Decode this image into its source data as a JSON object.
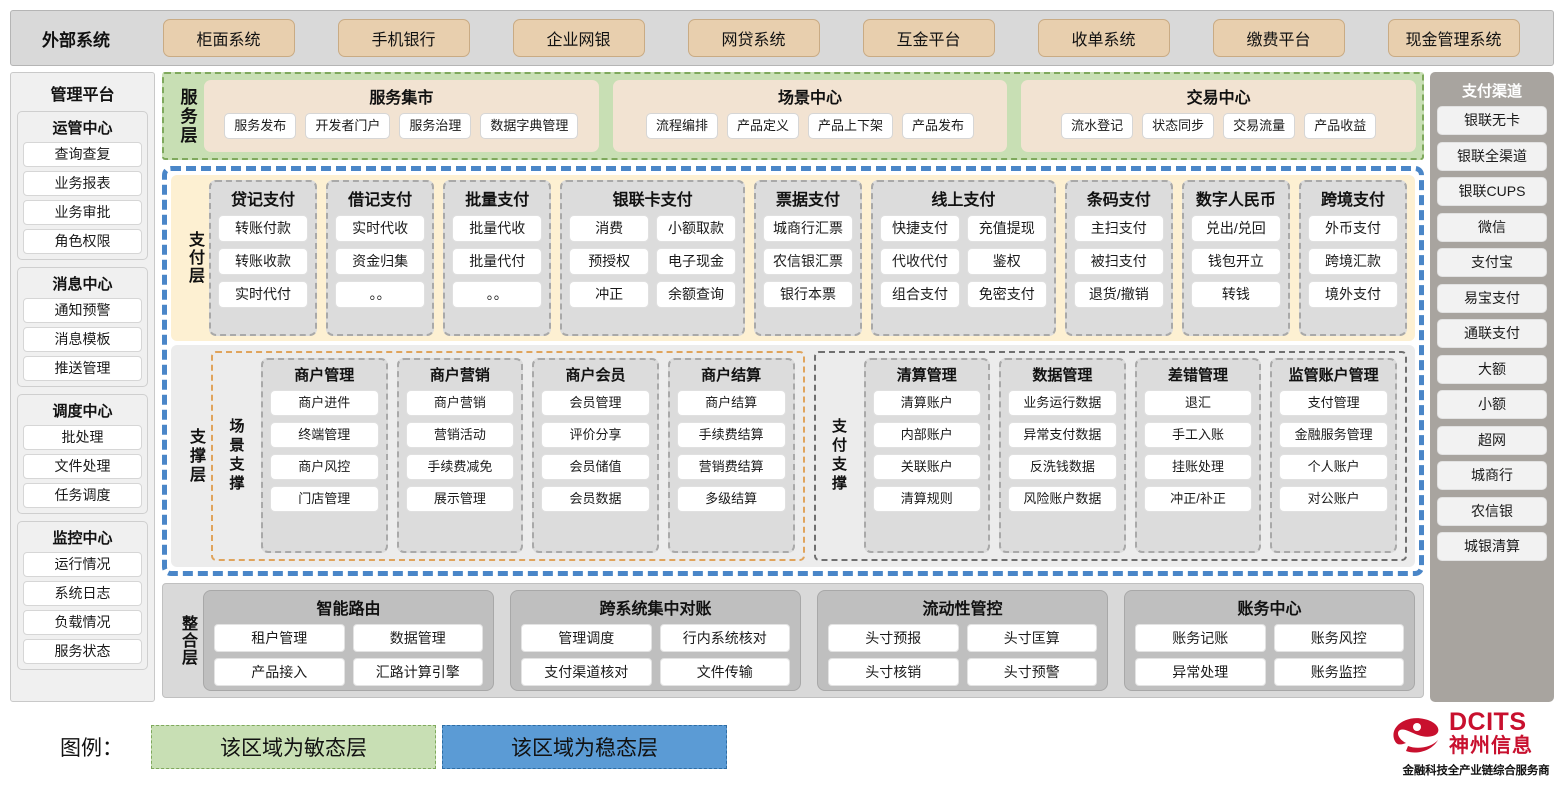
{
  "external": {
    "title": "外部系统",
    "items": [
      "柜面系统",
      "手机银行",
      "企业网银",
      "网贷系统",
      "互金平台",
      "收单系统",
      "缴费平台",
      "现金管理系统"
    ]
  },
  "management": {
    "title": "管理平台",
    "groups": [
      {
        "title": "运管中心",
        "items": [
          "查询查复",
          "业务报表",
          "业务审批",
          "角色权限"
        ]
      },
      {
        "title": "消息中心",
        "items": [
          "通知预警",
          "消息模板",
          "推送管理"
        ]
      },
      {
        "title": "调度中心",
        "items": [
          "批处理",
          "文件处理",
          "任务调度"
        ]
      },
      {
        "title": "监控中心",
        "items": [
          "运行情况",
          "系统日志",
          "负载情况",
          "服务状态"
        ]
      }
    ]
  },
  "channels": {
    "title": "支付渠道",
    "items": [
      "银联无卡",
      "银联全渠道",
      "银联CUPS",
      "微信",
      "支付宝",
      "易宝支付",
      "通联支付",
      "大额",
      "小额",
      "超网",
      "城商行",
      "农信银",
      "城银清算"
    ]
  },
  "service_layer": {
    "label": "服务层",
    "groups": [
      {
        "title": "服务集市",
        "items": [
          "服务发布",
          "开发者门户",
          "服务治理",
          "数据字典管理"
        ]
      },
      {
        "title": "场景中心",
        "items": [
          "流程编排",
          "产品定义",
          "产品上下架",
          "产品发布"
        ]
      },
      {
        "title": "交易中心",
        "items": [
          "流水登记",
          "状态同步",
          "交易流量",
          "产品收益"
        ]
      }
    ]
  },
  "payment_layer": {
    "label": "支付层",
    "groups": [
      {
        "title": "贷记支付",
        "cols": 1,
        "items": [
          "转账付款",
          "转账收款",
          "实时代付"
        ]
      },
      {
        "title": "借记支付",
        "cols": 1,
        "items": [
          "实时代收",
          "资金归集",
          "。。"
        ]
      },
      {
        "title": "批量支付",
        "cols": 1,
        "items": [
          "批量代收",
          "批量代付",
          "。。"
        ]
      },
      {
        "title": "银联卡支付",
        "cols": 2,
        "items": [
          "消费",
          "小额取款",
          "预授权",
          "电子现金",
          "冲正",
          "余额查询"
        ]
      },
      {
        "title": "票据支付",
        "cols": 1,
        "items": [
          "城商行汇票",
          "农信银汇票",
          "银行本票"
        ]
      },
      {
        "title": "线上支付",
        "cols": 2,
        "items": [
          "快捷支付",
          "充值提现",
          "代收代付",
          "鉴权",
          "组合支付",
          "免密支付"
        ]
      },
      {
        "title": "条码支付",
        "cols": 1,
        "items": [
          "主扫支付",
          "被扫支付",
          "退货/撤销"
        ]
      },
      {
        "title": "数字人民币",
        "cols": 1,
        "items": [
          "兑出/兑回",
          "钱包开立",
          "转钱"
        ]
      },
      {
        "title": "跨境支付",
        "cols": 1,
        "items": [
          "外币支付",
          "跨境汇款",
          "境外支付"
        ]
      }
    ]
  },
  "support_layer": {
    "label": "支撑层",
    "scene": {
      "label": "场景支撑",
      "groups": [
        {
          "title": "商户管理",
          "items": [
            "商户进件",
            "终端管理",
            "商户风控",
            "门店管理"
          ]
        },
        {
          "title": "商户营销",
          "items": [
            "商户营销",
            "营销活动",
            "手续费减免",
            "展示管理"
          ]
        },
        {
          "title": "商户会员",
          "items": [
            "会员管理",
            "评价分享",
            "会员储值",
            "会员数据"
          ]
        },
        {
          "title": "商户结算",
          "items": [
            "商户结算",
            "手续费结算",
            "营销费结算",
            "多级结算"
          ]
        }
      ]
    },
    "paysupport": {
      "label": "支付支撑",
      "groups": [
        {
          "title": "清算管理",
          "items": [
            "清算账户",
            "内部账户",
            "关联账户",
            "清算规则"
          ]
        },
        {
          "title": "数据管理",
          "items": [
            "业务运行数据",
            "异常支付数据",
            "反洗钱数据",
            "风险账户数据"
          ]
        },
        {
          "title": "差错管理",
          "items": [
            "退汇",
            "手工入账",
            "挂账处理",
            "冲正/补正"
          ]
        },
        {
          "title": "监管账户管理",
          "items": [
            "支付管理",
            "金融服务管理",
            "个人账户",
            "对公账户"
          ]
        }
      ]
    }
  },
  "integration_layer": {
    "label": "整合层",
    "groups": [
      {
        "title": "智能路由",
        "items": [
          "租户管理",
          "数据管理",
          "产品接入",
          "汇路计算引擎"
        ]
      },
      {
        "title": "跨系统集中对账",
        "items": [
          "管理调度",
          "行内系统核对",
          "支付渠道核对",
          "文件传输"
        ]
      },
      {
        "title": "流动性管控",
        "items": [
          "头寸预报",
          "头寸匡算",
          "头寸核销",
          "头寸预警"
        ]
      },
      {
        "title": "账务中心",
        "items": [
          "账务记账",
          "账务风控",
          "异常处理",
          "账务监控"
        ]
      }
    ]
  },
  "legend": {
    "label": "图例：",
    "agile_text": "该区域为敏态层",
    "stable_text": "该区域为稳态层",
    "agile_color": "#c8dfb4",
    "stable_color": "#5b9bd5"
  },
  "logo": {
    "brand_en": "DCITS",
    "brand_cn": "神州信息",
    "tagline": "金融科技全产业链综合服务商",
    "brand_color": "#c8102e"
  }
}
